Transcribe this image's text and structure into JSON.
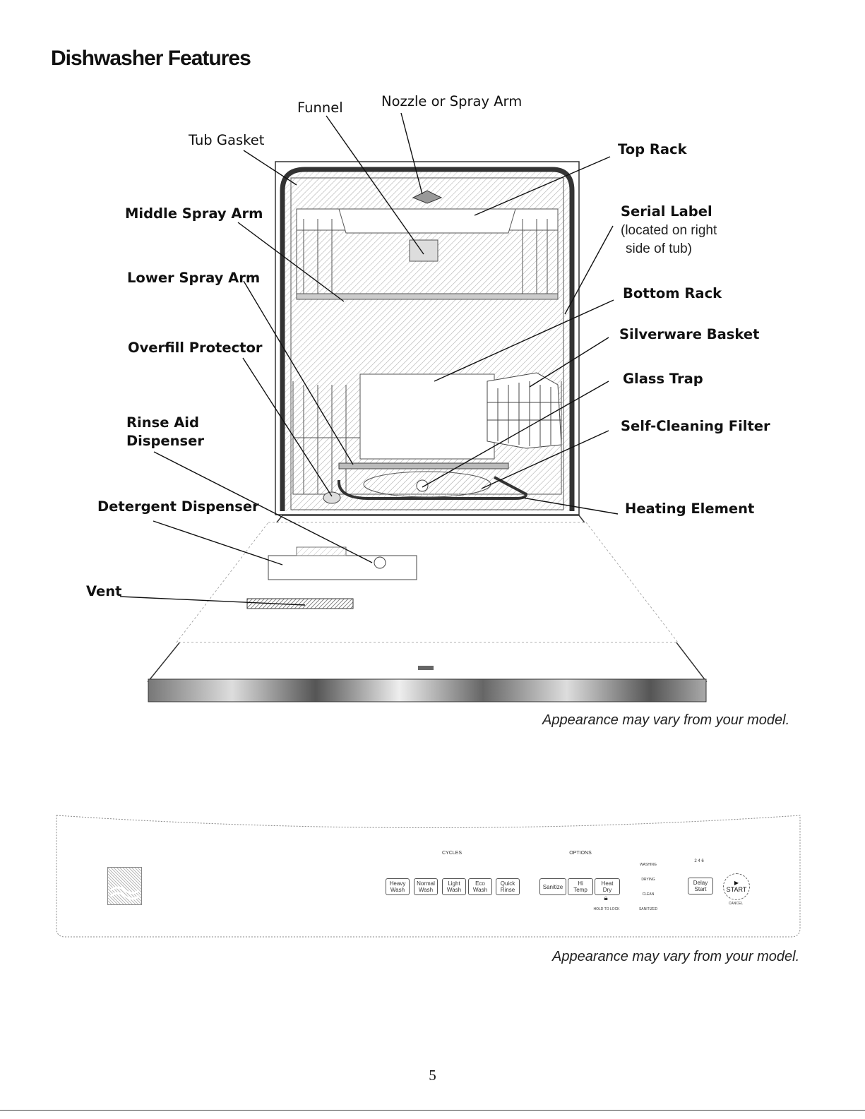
{
  "page": {
    "title": "Dishwasher Features",
    "page_number": "5"
  },
  "labels": {
    "funnel": "Funnel",
    "nozzle": "Nozzle or Spray Arm",
    "tub_gasket": "Tub Gasket",
    "top_rack": "Top Rack",
    "middle_spray_arm": "Middle Spray Arm",
    "serial_label": "Serial  Label",
    "serial_note_1": "(located on right",
    "serial_note_2": "side of tub)",
    "lower_spray_arm": "Lower Spray Arm",
    "bottom_rack": "Bottom Rack",
    "silverware_basket": "Silverware Basket",
    "overfill_protector": "Overfill Protector",
    "glass_trap": "Glass Trap",
    "rinse_aid_1": "Rinse Aid",
    "rinse_aid_2": "Dispenser",
    "self_cleaning_filter": "Self-Cleaning Filter",
    "detergent_dispenser": "Detergent Dispenser",
    "heating_element": "Heating Element",
    "vent": "Vent"
  },
  "captions": {
    "diagram": "Appearance may vary from your model.",
    "panel": "Appearance may vary from your model."
  },
  "control_panel": {
    "cycles_title": "CYCLES",
    "options_title": "OPTIONS",
    "cycles": [
      "Heavy\nWash",
      "Normal\nWash",
      "Light\nWash",
      "Eco\nWash",
      "Quick\nRinse"
    ],
    "options": [
      "Sanitize",
      "Hi\nTemp",
      "Heat\nDry"
    ],
    "hold_to_lock": "HOLD TO LOCK",
    "status": [
      "WASHING",
      "DRYING",
      "CLEAN",
      "SANITIZED"
    ],
    "delay_hours": "2   4   6",
    "delay_start": "Delay\nStart",
    "start": "START",
    "cancel": "CANCEL"
  }
}
